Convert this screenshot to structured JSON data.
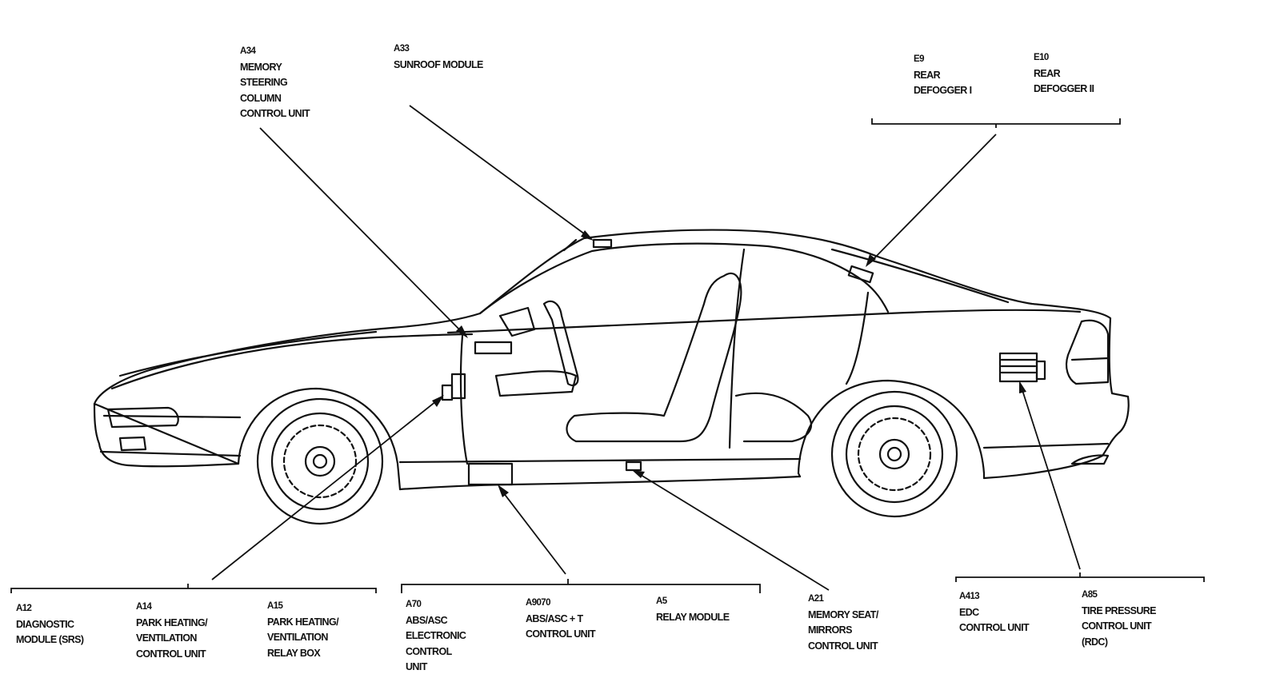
{
  "labels": {
    "a34": {
      "id": "A34",
      "lines": [
        "MEMORY",
        "STEERING",
        "COLUMN",
        "CONTROL UNIT"
      ]
    },
    "a33": {
      "id": "A33",
      "lines": [
        "SUNROOF MODULE"
      ]
    },
    "e9": {
      "id": "E9",
      "lines": [
        "REAR",
        "DEFOGGER I"
      ]
    },
    "e10": {
      "id": "E10",
      "lines": [
        "REAR",
        "DEFOGGER II"
      ]
    },
    "a12": {
      "id": "A12",
      "lines": [
        "DIAGNOSTIC",
        "MODULE (SRS)"
      ]
    },
    "a14": {
      "id": "A14",
      "lines": [
        "PARK HEATING/",
        "VENTILATION",
        "CONTROL UNIT"
      ]
    },
    "a15": {
      "id": "A15",
      "lines": [
        "PARK HEATING/",
        "VENTILATION",
        "RELAY BOX"
      ]
    },
    "a70": {
      "id": "A70",
      "lines": [
        "ABS/ASC",
        "ELECTRONIC",
        "CONTROL",
        "UNIT"
      ]
    },
    "a9070": {
      "id": "A9070",
      "lines": [
        "ABS/ASC + T",
        "CONTROL UNIT"
      ]
    },
    "a5": {
      "id": "A5",
      "lines": [
        "RELAY MODULE"
      ]
    },
    "a21": {
      "id": "A21",
      "lines": [
        "MEMORY SEAT/",
        "MIRRORS",
        "CONTROL UNIT"
      ]
    },
    "a413": {
      "id": "A413",
      "lines": [
        "EDC",
        "CONTROL UNIT"
      ]
    },
    "a85": {
      "id": "A85",
      "lines": [
        "TIRE PRESSURE",
        "CONTROL UNIT",
        "(RDC)"
      ]
    }
  },
  "icons": {
    "car": "car-side-view-icon",
    "wheel": "wheel-icon",
    "seat": "seat-icon",
    "steering": "steering-wheel-icon",
    "mirror": "side-mirror-icon",
    "tail_light": "tail-light-icon",
    "head_light": "headlight-icon"
  }
}
